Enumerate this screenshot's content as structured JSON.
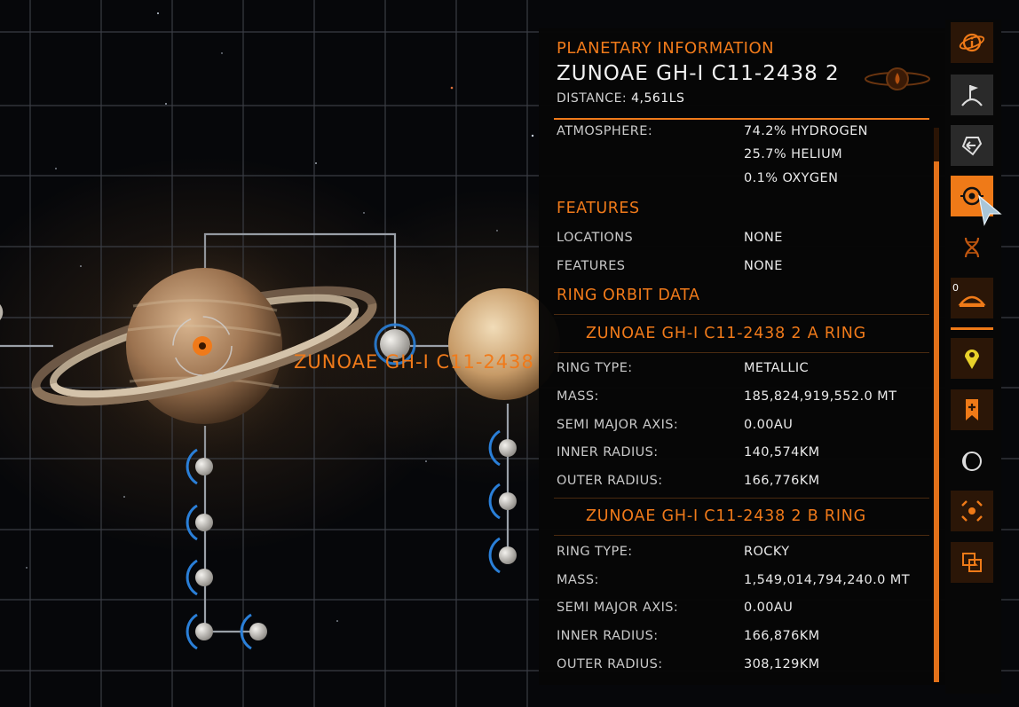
{
  "panel": {
    "title": "PLANETARY INFORMATION",
    "body_name": "ZUNOAE GH-I C11-2438 2",
    "distance_label": "DISTANCE:",
    "distance_value": "4,561LS",
    "atmosphere_label": "ATMOSPHERE:",
    "atmosphere": [
      "74.2% HYDROGEN",
      "25.7% HELIUM",
      "0.1% OXYGEN"
    ],
    "features_title": "FEATURES",
    "features": [
      {
        "label": "LOCATIONS",
        "value": "NONE"
      },
      {
        "label": "FEATURES",
        "value": "NONE"
      }
    ],
    "ring_section_title": "RING ORBIT DATA",
    "rings": [
      {
        "name": "ZUNOAE GH-I C11-2438 2 A RING",
        "rows": [
          {
            "label": "RING TYPE:",
            "value": "METALLIC"
          },
          {
            "label": "MASS:",
            "value": "185,824,919,552.0 MT"
          },
          {
            "label": "SEMI MAJOR AXIS:",
            "value": "0.00AU"
          },
          {
            "label": "INNER RADIUS:",
            "value": "140,574KM"
          },
          {
            "label": "OUTER RADIUS:",
            "value": "166,776KM"
          }
        ]
      },
      {
        "name": "ZUNOAE GH-I C11-2438 2 B RING",
        "rows": [
          {
            "label": "RING TYPE:",
            "value": "ROCKY"
          },
          {
            "label": "MASS:",
            "value": "1,549,014,794,240.0 MT"
          },
          {
            "label": "SEMI MAJOR AXIS:",
            "value": "0.00AU"
          },
          {
            "label": "INNER RADIUS:",
            "value": "166,876KM"
          },
          {
            "label": "OUTER RADIUS:",
            "value": "308,129KM"
          }
        ]
      }
    ]
  },
  "map": {
    "selected_body_label": "ZUNOAE GH-I C11-2438"
  },
  "rail": {
    "badge_count": "0",
    "icons": [
      "info-icon",
      "landing-flag-icon",
      "refuel-icon",
      "target-orbit-icon",
      "biology-icon",
      "terrain-mound-icon",
      "location-marker-icon",
      "bookmark-icon",
      "moon-phase-icon",
      "focus-icon",
      "swap-icon"
    ]
  },
  "colors": {
    "accent": "#ef7a18",
    "panel_bg": "#060606",
    "orbit_line": "#9aa0a8",
    "moon_ring": "#2a7fd8"
  }
}
